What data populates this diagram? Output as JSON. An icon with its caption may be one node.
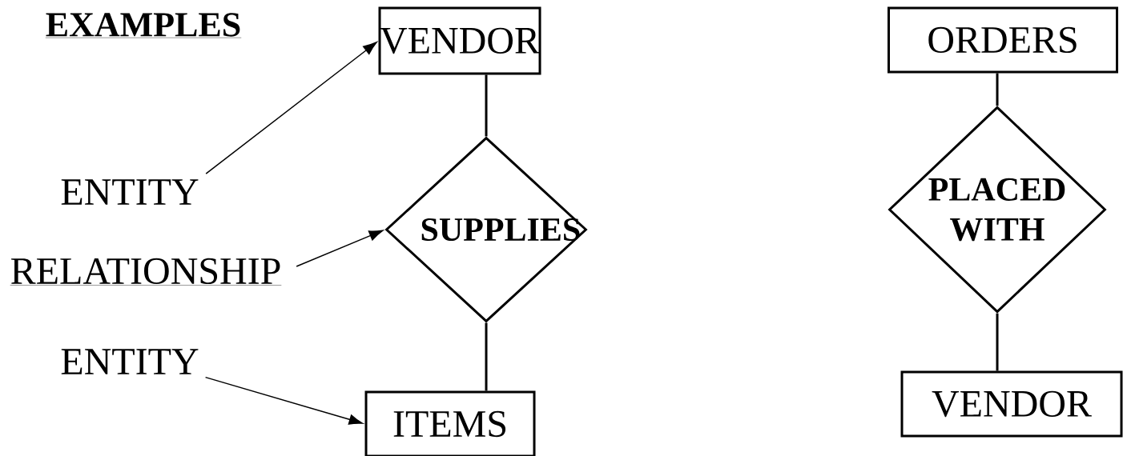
{
  "diagram": {
    "title": "EXAMPLES",
    "nodes": [
      {
        "text": [
          "ENTITY"
        ]
      },
      {
        "text": [
          "RELATIONSHIP"
        ]
      },
      {
        "text": [
          "ENTITY"
        ]
      },
      {
        "text": [
          "VENDOR"
        ]
      },
      {
        "text": [
          "SUPPLIES"
        ]
      },
      {
        "text": [
          "ITEMS"
        ]
      },
      {
        "text": [
          "ORDERS"
        ]
      },
      {
        "text": [
          "PLACED WITH"
        ]
      },
      {
        "text": [
          "VENDOR"
        ]
      }
    ],
    "edges": [
      {
        "from": 0,
        "to": 3,
        "arrow": "to"
      },
      {
        "from": 1,
        "to": 4,
        "arrow": "to"
      },
      {
        "from": 2,
        "to": 5,
        "arrow": "to"
      },
      {
        "from": 3,
        "to": 4,
        "arrow": "none"
      },
      {
        "from": 4,
        "to": 5,
        "arrow": "none"
      },
      {
        "from": 6,
        "to": 7,
        "arrow": "none"
      },
      {
        "from": 7,
        "to": 8,
        "arrow": "none"
      }
    ]
  }
}
